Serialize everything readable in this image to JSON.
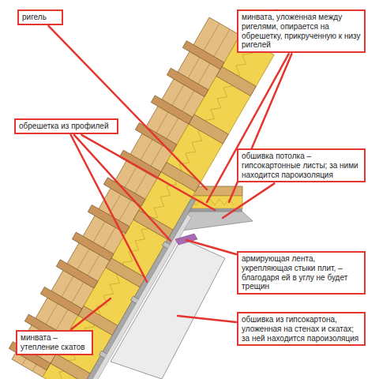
{
  "diagram": {
    "nodes": [
      {
        "text": [
          "ригель"
        ]
      },
      {
        "text": [
          "минвата, уложенная между ригелями, опирается на обрешетку, прикрученную к низу ригелей"
        ]
      },
      {
        "text": [
          "обрешетка из профилей"
        ]
      },
      {
        "text": [
          "обшивка потолка – гипсокартонные листы; за ними находится пароизоляция"
        ]
      },
      {
        "text": [
          "армирующая лента, укрепляющая стыки плит, – благодаря ей в углу не будет трещин"
        ]
      },
      {
        "text": [
          "обшивка из гипсокартона, уложенная на стенах и скатах; за ней находится пароизоляция"
        ]
      },
      {
        "text": [
          "минвата – утепление скатов"
        ]
      }
    ]
  }
}
